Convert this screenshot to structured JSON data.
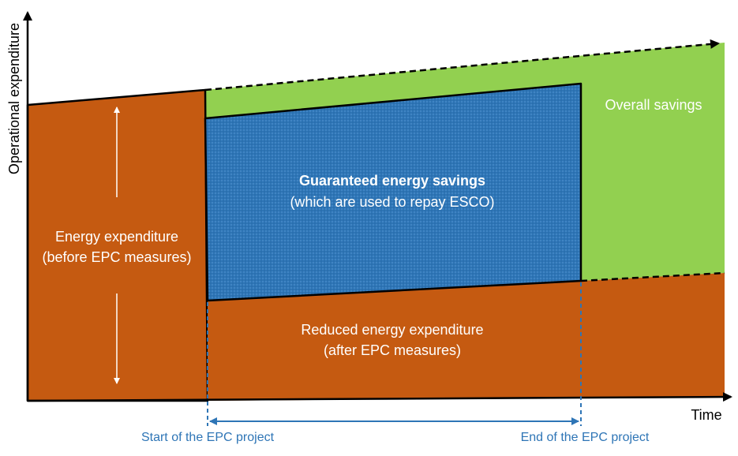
{
  "axes": {
    "y_label": "Operational expenditure",
    "x_label": "Time"
  },
  "regions": {
    "energy_before": {
      "line1": "Energy expenditure",
      "line2": "(before EPC measures)"
    },
    "guaranteed": {
      "line1": "Guaranteed energy savings",
      "line2": "(which are used to repay ESCO)"
    },
    "reduced": {
      "line1": "Reduced energy expenditure",
      "line2": "(after EPC measures)"
    },
    "overall_savings": "Overall savings"
  },
  "timeline": {
    "start_label": "Start of the EPC project",
    "end_label": "End of the EPC project"
  },
  "colors": {
    "expenditure": "#c55a11",
    "guaranteed": "#2e75b6",
    "overall_savings": "#92d050",
    "timeline": "#2e75b6",
    "axis": "#000000",
    "text_light": "#ffffff"
  }
}
